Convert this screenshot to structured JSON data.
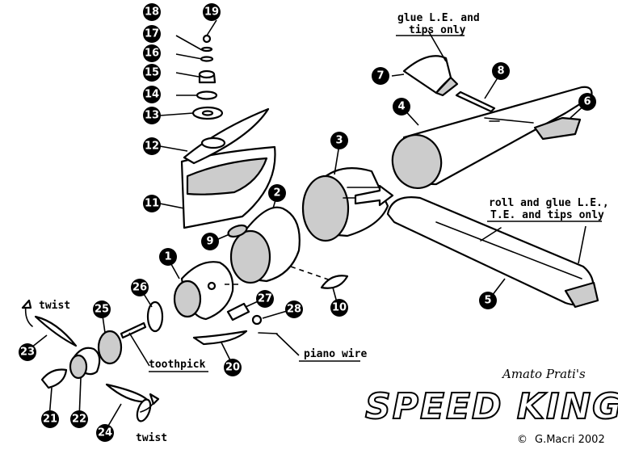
{
  "labels": {
    "glue_le_tips_1": "glue L.E. and",
    "glue_le_tips_2": "tips only",
    "roll_glue_1": "roll and glue L.E.,",
    "roll_glue_2": "T.E. and tips only",
    "twist_top": "twist",
    "twist_bottom": "twist",
    "toothpick": "toothpick",
    "piano_wire": "piano wire"
  },
  "author": "Amato Prati's",
  "title": "SPEED KING",
  "copyright_symbol": "©",
  "copyright": "G.Macri 2002",
  "parts": [
    "1",
    "2",
    "3",
    "4",
    "5",
    "6",
    "7",
    "8",
    "9",
    "10",
    "11",
    "12",
    "13",
    "14",
    "15",
    "16",
    "17",
    "18",
    "19",
    "20",
    "21",
    "22",
    "23",
    "24",
    "25",
    "26",
    "27",
    "28"
  ]
}
